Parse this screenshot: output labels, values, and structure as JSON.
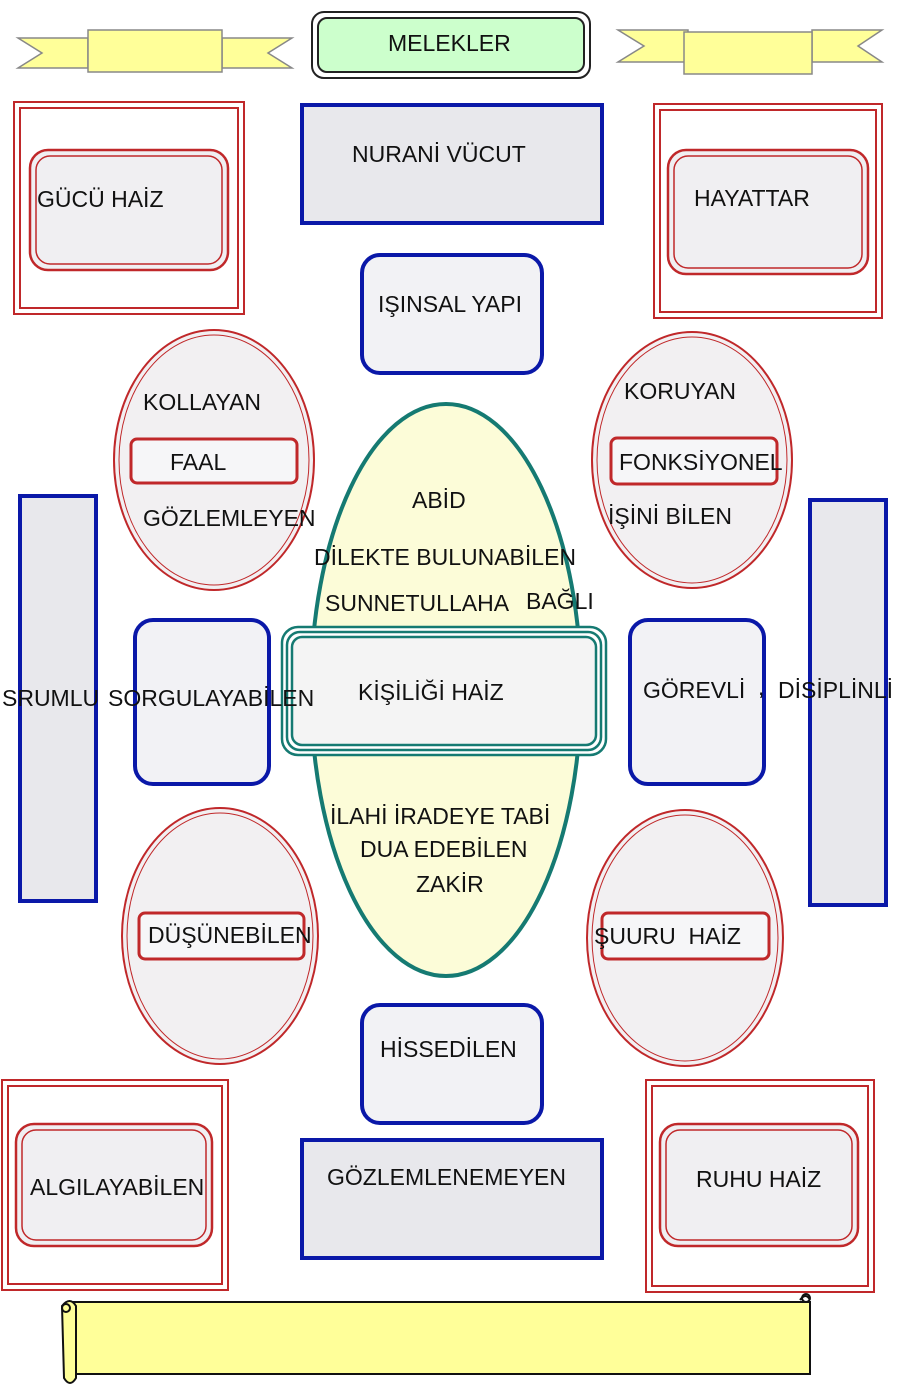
{
  "title": "MELEKLER",
  "top": {
    "nurani_vucut": "NURANİ VÜCUT",
    "isinsal_yapi": "IŞINSAL YAPI"
  },
  "corners": {
    "top_left": "GÜCÜ HAİZ",
    "top_right": "HAYATTAR",
    "bottom_left": "ALGILAYABİLEN",
    "bottom_right": "RUHU HAİZ"
  },
  "left_oval": {
    "top": "KOLLAYAN",
    "boxed": "FAAL",
    "bottom": "GÖZLEMLEYEN"
  },
  "right_oval": {
    "top": "KORUYAN",
    "boxed": "FONKSİYONEL",
    "bottom": "İŞİNİ BİLEN"
  },
  "center": {
    "line1": "ABİD",
    "line2": "DİLEKTE BULUNABİLEN",
    "line3a": "SUNNETULLAHA",
    "line3b": "BAĞLI",
    "box": "KİŞİLİĞİ HAİZ",
    "line4": "İLAHİ İRADEYE TABİ",
    "line5": "DUA EDEBİLEN",
    "line6": "ZAKİR"
  },
  "middle_row": {
    "left_bar": "SRUMLU",
    "left_box": "SORGULAYABİLEN",
    "right_box": "GÖREVLİ",
    "right_comma": ",",
    "right_bar": "DİSİPLİNLİ"
  },
  "lower_ovals": {
    "left": "DÜŞÜNEBİLEN",
    "right": "ŞUURU  HAİZ"
  },
  "bottom": {
    "hissedilen": "HİSSEDİLEN",
    "gozlemlenemeyen": "GÖZLEMLENEMEYEN"
  },
  "colors": {
    "red": "#c0282a",
    "blue": "#0a18a8",
    "teal": "#157a72",
    "green_fill": "#ccffcc",
    "cream": "#fcfcd8",
    "ribbon": "#ffff99",
    "gray_fill": "#e8e8ec"
  }
}
